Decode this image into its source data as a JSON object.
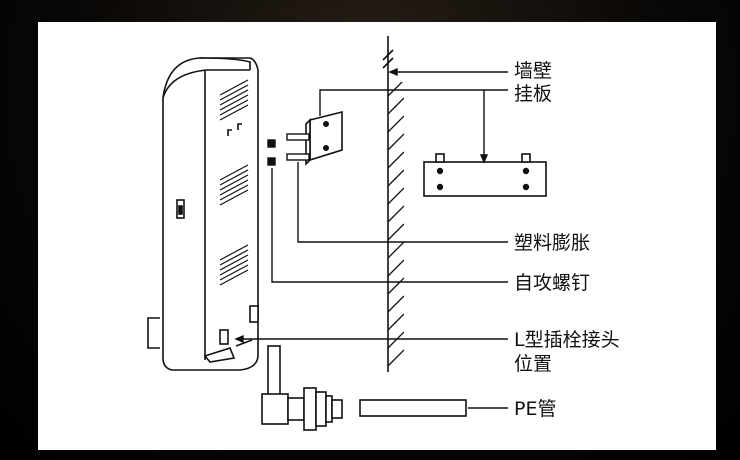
{
  "labels": {
    "wall": "墙壁",
    "hanging_plate": "挂板",
    "plastic_anchor": "塑料膨胀",
    "self_tapping_screw": "自攻螺钉",
    "l_connector_line1": "L型插栓接头",
    "l_connector_line2": "位置",
    "pe_pipe": "PE管"
  },
  "colors": {
    "line": "#111111",
    "panel": "#ffffff",
    "frame": "#000000"
  }
}
